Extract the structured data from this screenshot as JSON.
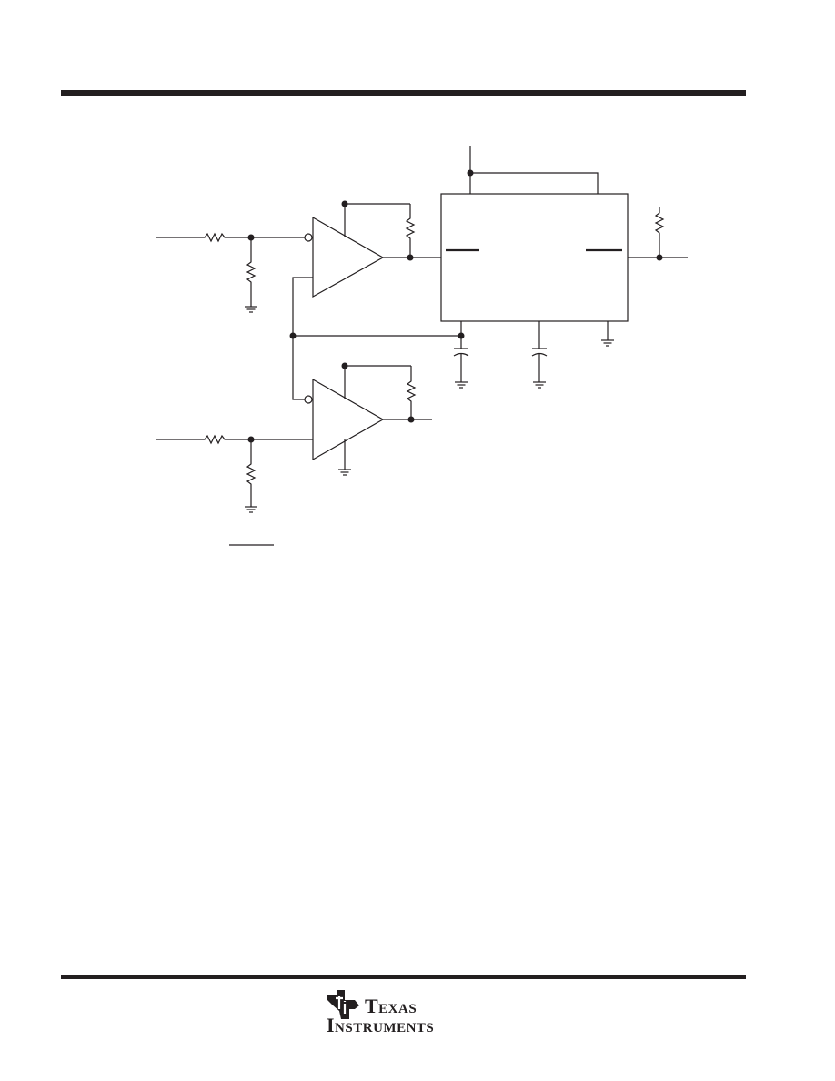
{
  "header": {
    "rule_color": "#231f20"
  },
  "schematic": {
    "components": [
      "input-resistor",
      "pulldown-resistor",
      "inverting-amplifier",
      "pullup-resistor",
      "ic-block",
      "output-pullup-resistor",
      "capacitor",
      "ground"
    ]
  },
  "footer": {
    "logo": {
      "line1": "Texas",
      "line2": "Instruments",
      "icon": "ti-logo-icon"
    }
  }
}
